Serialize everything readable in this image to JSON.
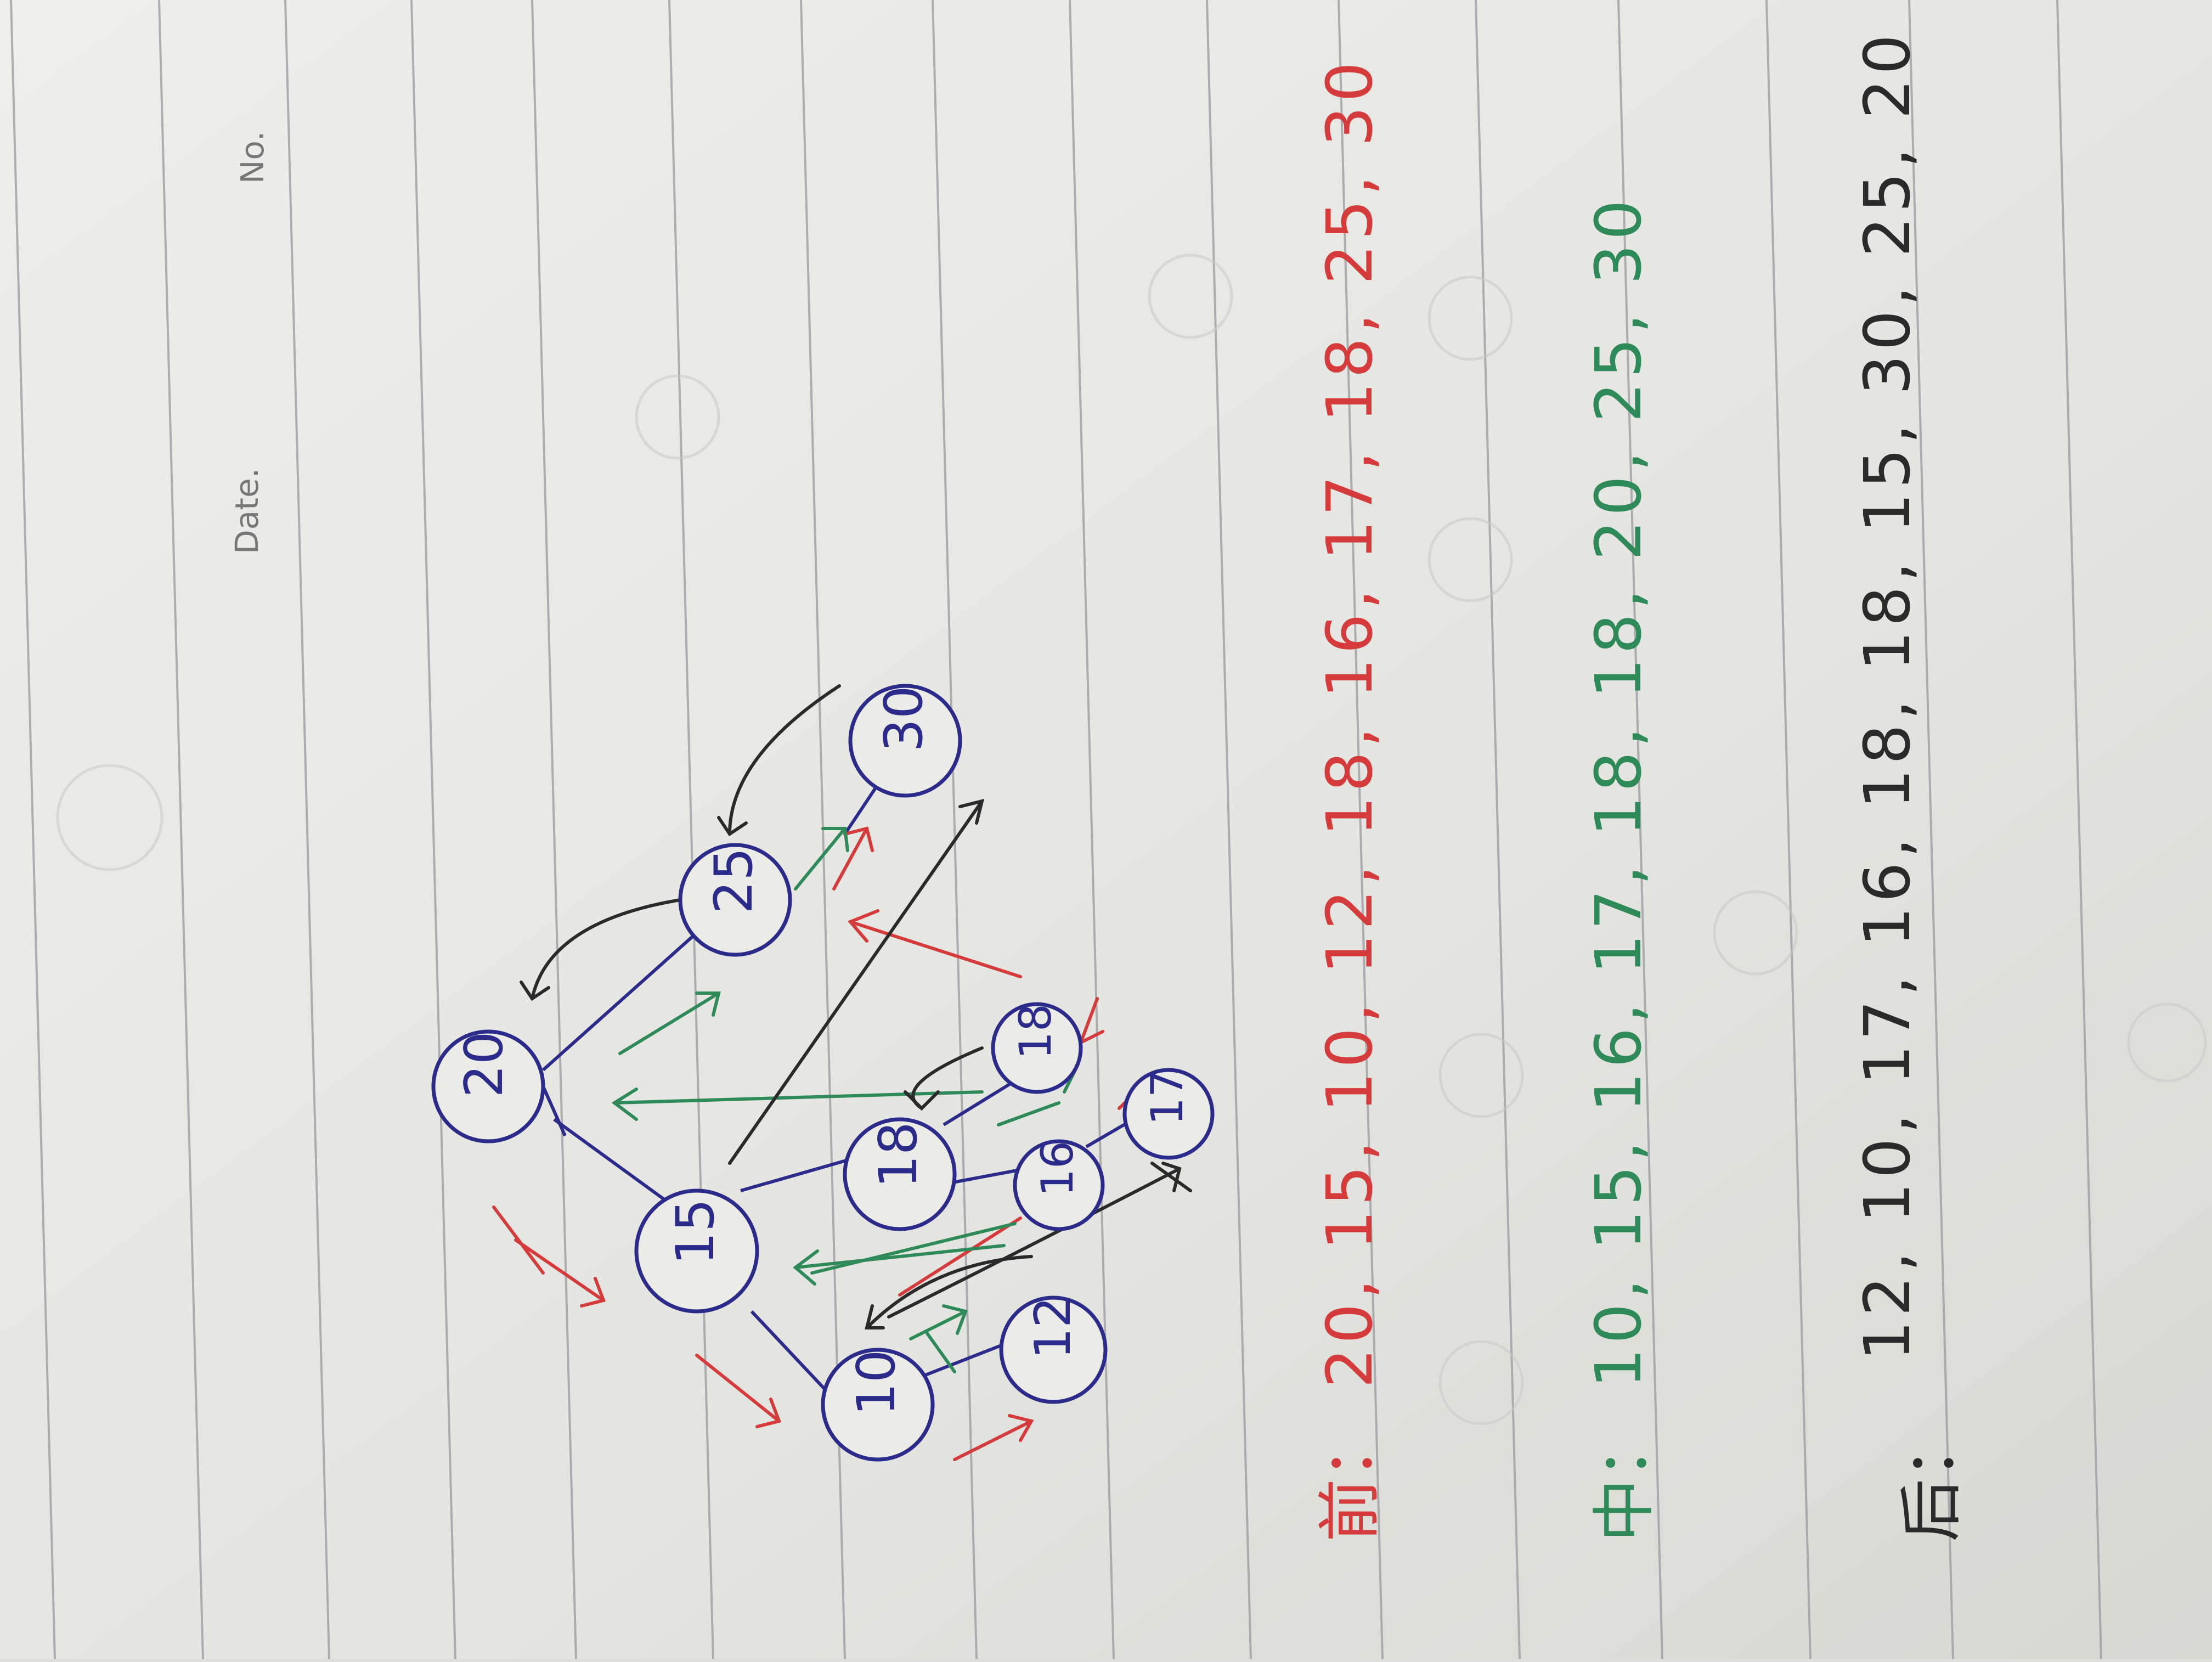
{
  "header": {
    "date_label": "Date.",
    "no_label": "No."
  },
  "tree": {
    "root": "20",
    "n15": "15",
    "n25": "25",
    "n30": "30",
    "n10": "10",
    "n12": "12",
    "n18a": "18",
    "n16": "16",
    "n18b": "18",
    "n17": "17"
  },
  "traversals": {
    "pre": {
      "label": "前：",
      "sequence": "20, 15, 10, 12, 18, 16, 17, 18, 25, 30"
    },
    "in": {
      "label": "中：",
      "sequence": "10, 15, 16, 17, 18, 18, 20, 25, 30"
    },
    "post": {
      "label": "后：",
      "sequence": "12, 10, 17, 16, 18, 18, 15, 30, 25, 20"
    }
  },
  "colors": {
    "paper": "#ebebe8",
    "rule": "#9a9aa0",
    "node": "#2b2b8c",
    "pre": "#d63b3b",
    "in": "#2f8a5a",
    "post": "#2a2a2a"
  }
}
